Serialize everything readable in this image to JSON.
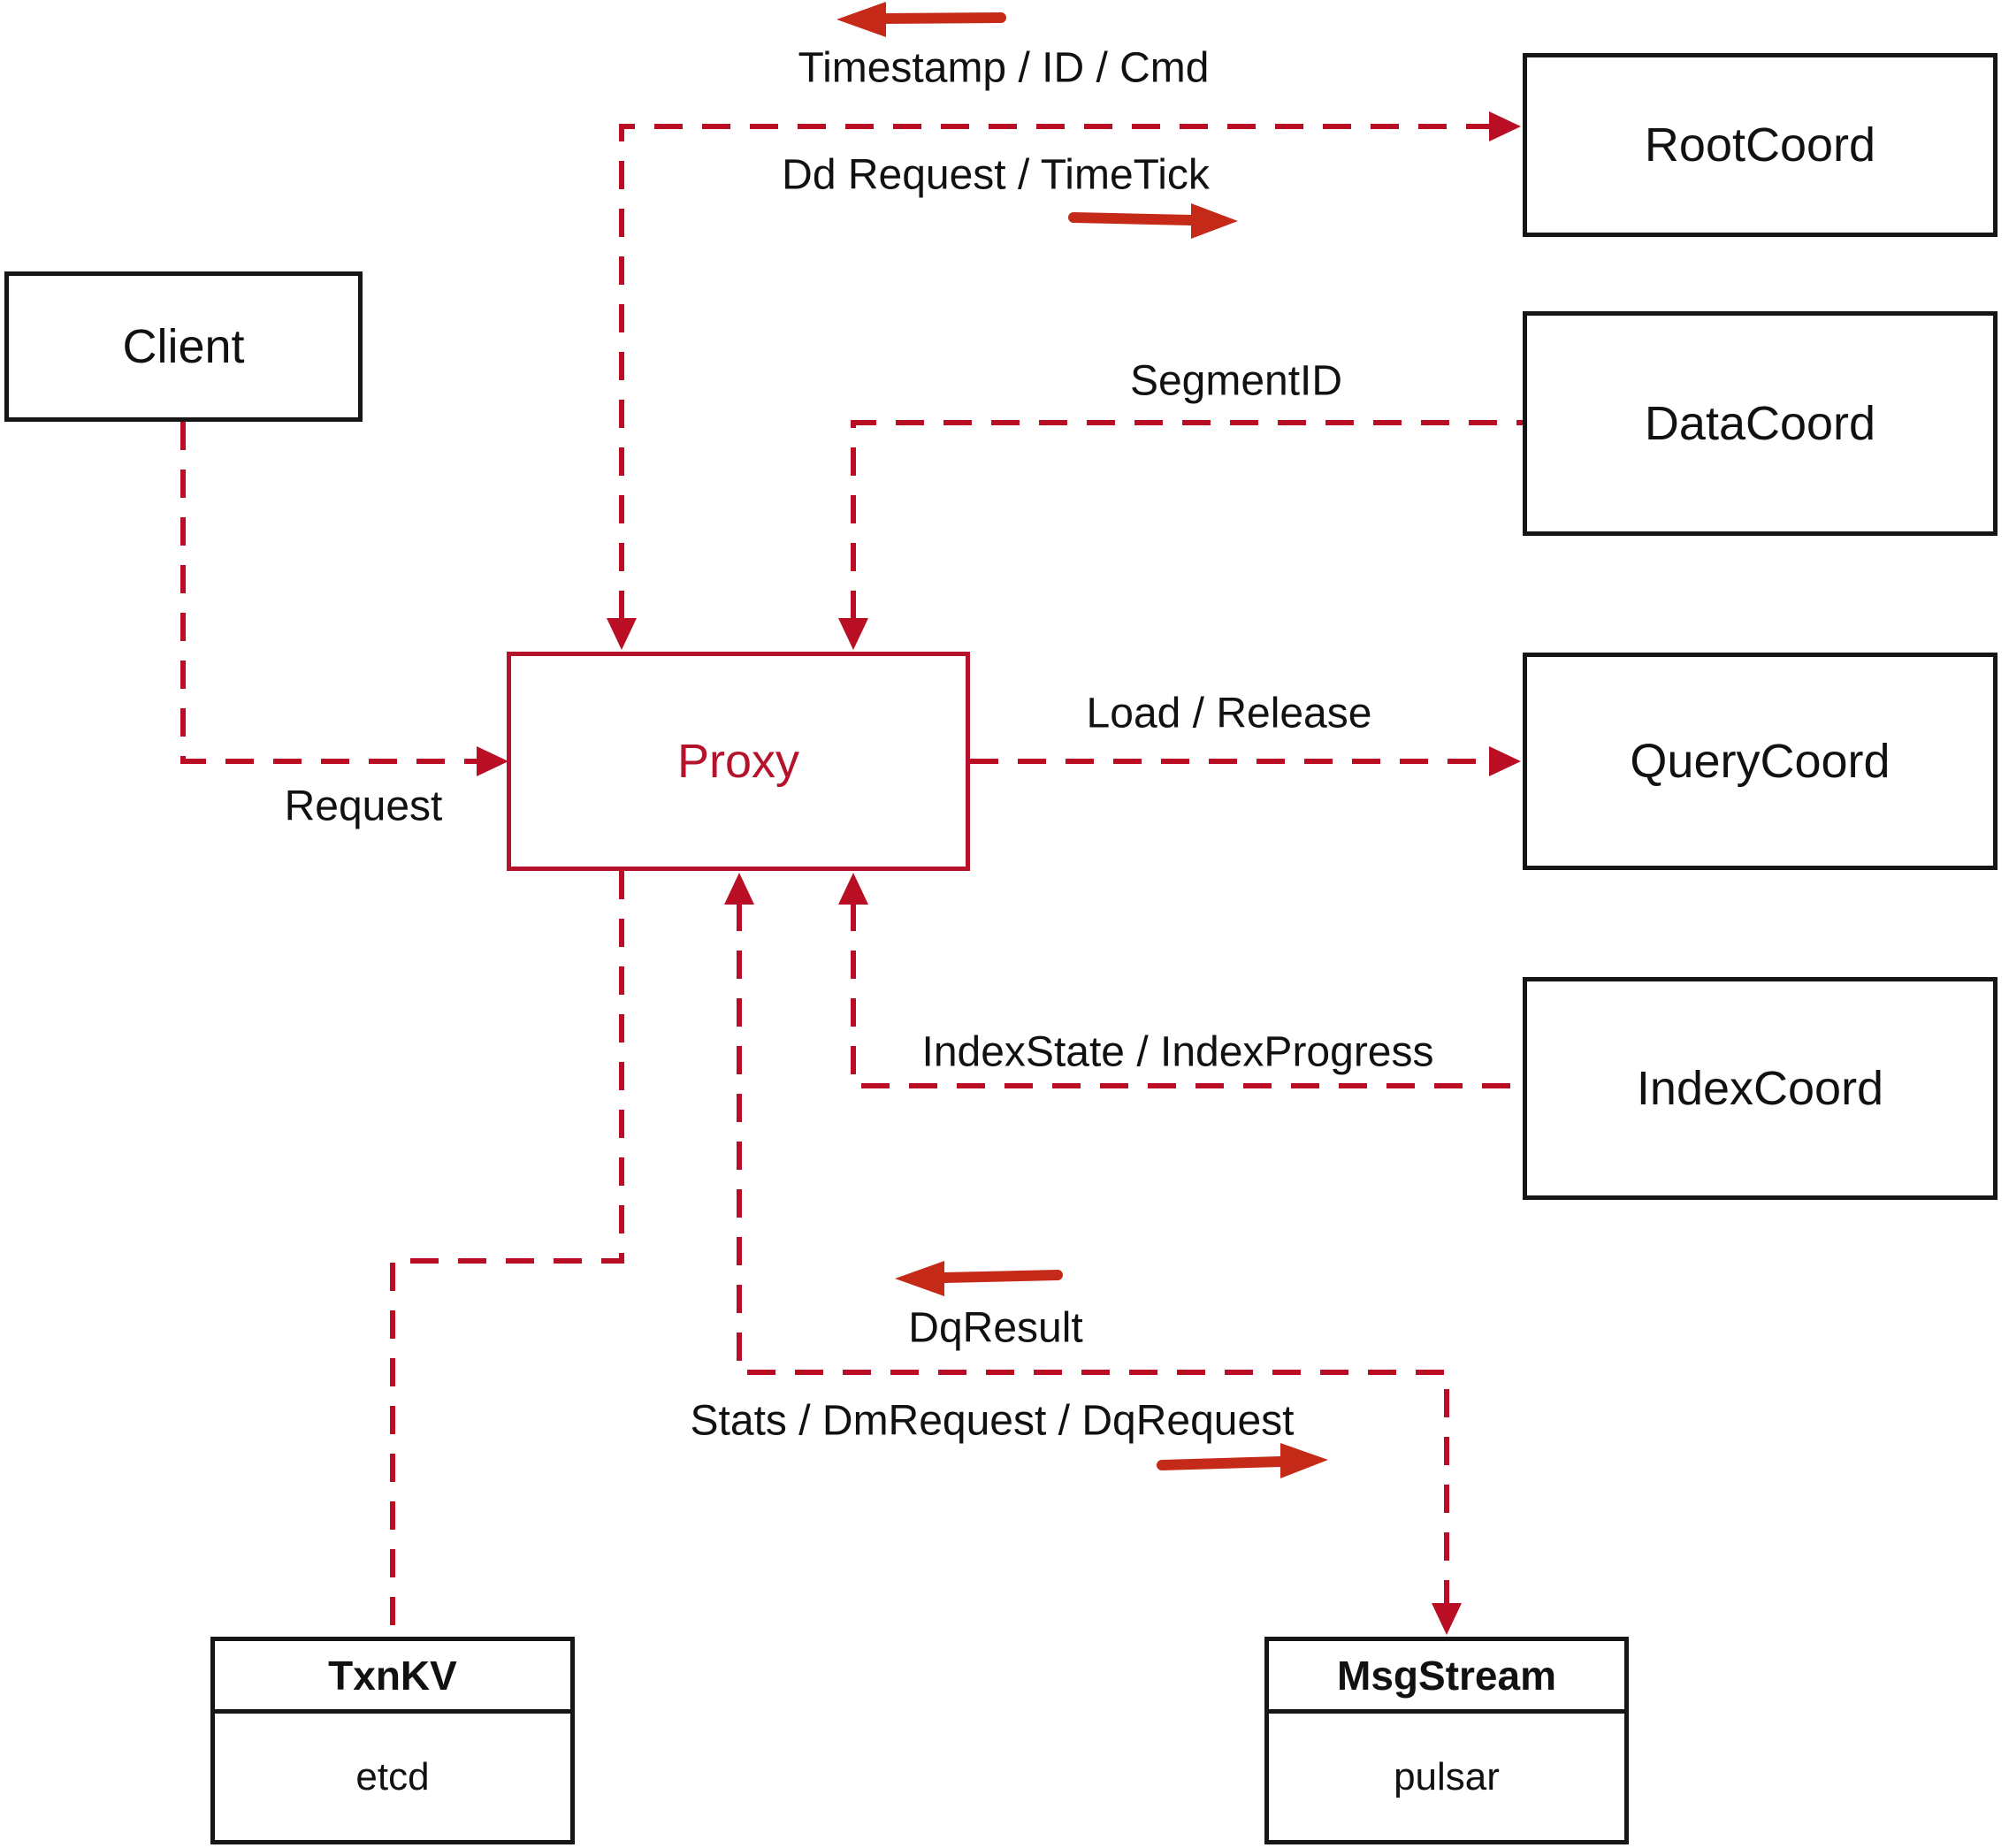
{
  "diagram": {
    "nodes": {
      "client": "Client",
      "proxy": "Proxy",
      "rootcoord": "RootCoord",
      "datacoord": "DataCoord",
      "querycoord": "QueryCoord",
      "indexcoord": "IndexCoord"
    },
    "stores": {
      "txnkv": {
        "title": "TxnKV",
        "impl": "etcd"
      },
      "msgstream": {
        "title": "MsgStream",
        "impl": "pulsar"
      }
    },
    "edge_labels": {
      "timestamp_id_cmd": "Timestamp / ID / Cmd",
      "dd_request_timetick": "Dd Request / TimeTick",
      "segment_id": "SegmentID",
      "load_release": "Load / Release",
      "request": "Request",
      "index_state_progress": "IndexState / IndexProgress",
      "dq_result": "DqResult",
      "stats_dm_dq_request": "Stats / DmRequest / DqRequest"
    },
    "colors": {
      "dashed_line": "#b90e24",
      "solid_arrow": "#c52a18",
      "node_border": "#161616",
      "proxy_accent": "#b5122b",
      "label_text": "#111111"
    }
  }
}
